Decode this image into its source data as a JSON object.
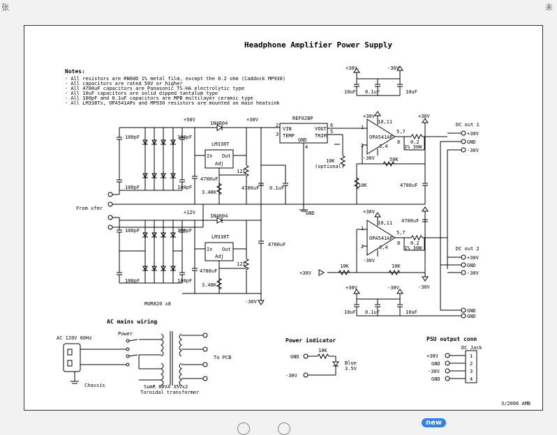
{
  "corner": {
    "left": "张",
    "right": "未"
  },
  "title": "Headphone Amplifier Power Supply",
  "notes": {
    "heading": "Notes:",
    "lines": [
      "- All resistors are RN60D 1% metal film, except the 0.2 ohm (Caddock MP930)",
      "- All capacitors are rated 50V or higher",
      "- All 4700uF capacitors are Panasonic TS-HA electrolytic type",
      "- All 10uF capacitors are solid dipped tantalum type",
      "- All 100pF and 0.1uF capacitors are MPB multilayer ceramic type",
      "- All LM338Ts, OPA541APs and MP930 resistors are mounted on main heatsink"
    ]
  },
  "labels": {
    "from_xfmr": "From xfmr",
    "mur820": "MUR820 x8",
    "c100pf": "100pF",
    "plus50": "+50V",
    "plus12": "+12V",
    "plus30": "+30V",
    "minus30": "-30V",
    "d1n4004": "1N4004",
    "lm338t": "LM338T",
    "in": "In",
    "out": "Out",
    "adj": "Adj",
    "r121": "121",
    "r348k": "3.48K",
    "c4700": "4700uF",
    "c01": "0.1uF",
    "c10": "10uF",
    "ref02bp": "REF02BP",
    "vin": "VIN",
    "temp": "TEMP",
    "gnd": "GND",
    "vout": "VOUT",
    "trim": "TRIM",
    "r10k": "10K",
    "optional": "(optional)",
    "opa541": "OPA541AP",
    "p1011": "10,11",
    "p57": "5,7",
    "p34": "3,4",
    "r02": "0.2",
    "r02spec": "1% 30W",
    "r50k": "50K",
    "dcout1": "DC out 1",
    "dcout2": "DC out 2",
    "pin1": "1",
    "pin2": "2",
    "pin3": "3",
    "pin4": "4",
    "pin5": "5",
    "pin6": "6",
    "pin8": "8"
  },
  "mains": {
    "heading": "AC mains wiring",
    "ac": "AC 120V 60Hz",
    "power": "Power",
    "chassis": "Chassis",
    "to_pcb": "To PCB",
    "xfmr1": "SumR 80VA 35Vx2",
    "xfmr2": "Toroidal transformer"
  },
  "indicator": {
    "heading": "Power indicator",
    "r": "10K",
    "gnd": "GND",
    "minus30": "-30V",
    "led1": "Blue",
    "led2": "3.5V"
  },
  "psu_conn": {
    "heading": "PSU output conn",
    "sub": "DC Jack",
    "pins": [
      {
        "label": "+30V",
        "num": "1"
      },
      {
        "label": "GND",
        "num": "2"
      },
      {
        "label": "-30V",
        "num": "3"
      },
      {
        "label": "GND",
        "num": "4"
      }
    ]
  },
  "date": "3/2006 AMB",
  "badge": "new"
}
